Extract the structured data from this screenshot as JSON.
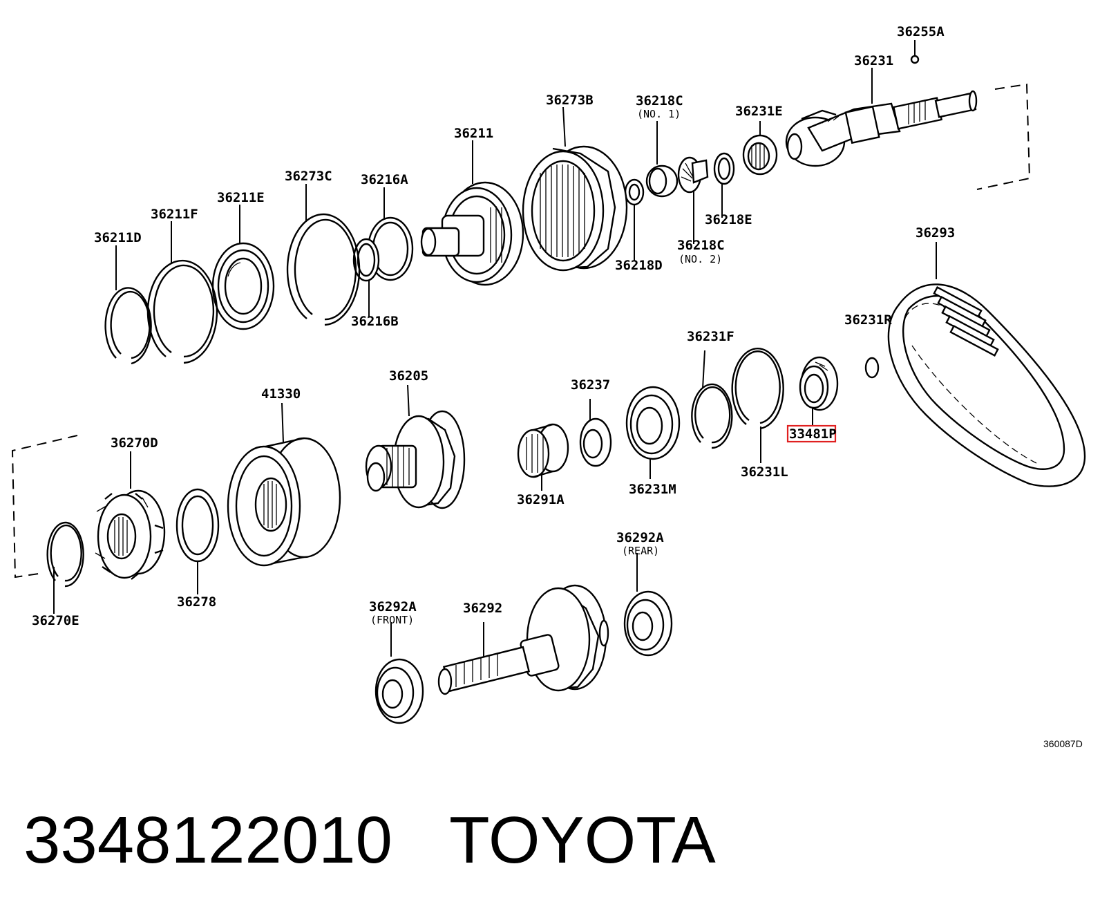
{
  "labels": {
    "p36255A": "36255A",
    "p36231": "36231",
    "p36273B": "36273B",
    "p36218C_1": "36218C",
    "p36218C_1_note": "(NO. 1)",
    "p36231E": "36231E",
    "p36211": "36211",
    "p36273C": "36273C",
    "p36216A": "36216A",
    "p36211E": "36211E",
    "p36211F": "36211F",
    "p36211D": "36211D",
    "p36218E": "36218E",
    "p36218C_2": "36218C",
    "p36218C_2_note": "(NO. 2)",
    "p36218D": "36218D",
    "p36216B": "36216B",
    "p36293": "36293",
    "p36231R": "36231R",
    "p36231F": "36231F",
    "p36205": "36205",
    "p41330": "41330",
    "p36237": "36237",
    "p36270D": "36270D",
    "p33481P": "33481P",
    "p36231L": "36231L",
    "p36231M": "36231M",
    "p36291A": "36291A",
    "p36292A_rear": "36292A",
    "p36292A_rear_note": "(REAR)",
    "p36292A_front": "36292A",
    "p36292A_front_note": "(FRONT)",
    "p36292": "36292",
    "p36278": "36278",
    "p36270E": "36270E"
  },
  "diagram_code": "360087D",
  "highlighted_part": "33481P",
  "caption": {
    "part_number": "3348122010",
    "brand": "TOYOTA"
  },
  "colors": {
    "line": "#000000",
    "highlight": "#e02020",
    "background": "#ffffff"
  }
}
